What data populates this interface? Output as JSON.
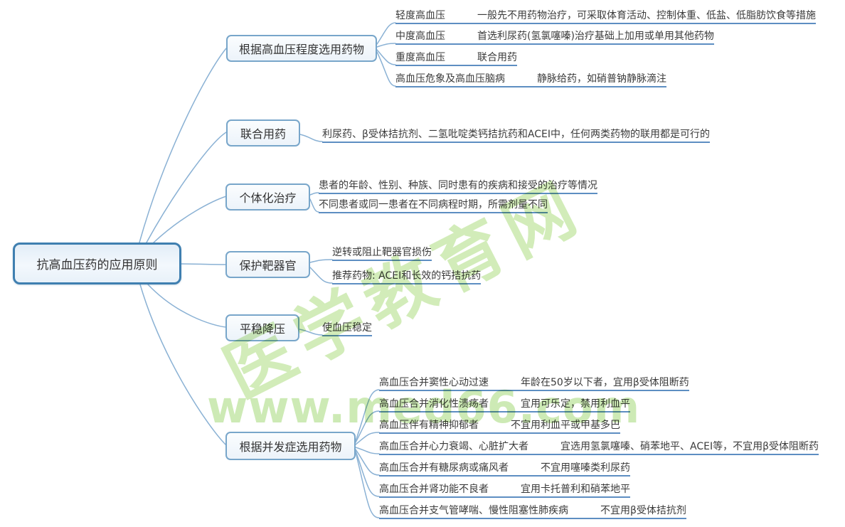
{
  "root": {
    "label": "抗高血压药的应用原则"
  },
  "branches": [
    {
      "label": "根据高血压程度选用药物",
      "leaves": [
        {
          "label": "轻度高血压",
          "desc": "一般先不用药物治疗，可采取体育活动、控制体重、低盐、低脂肪饮食等措施"
        },
        {
          "label": "中度高血压",
          "desc": "首选利尿药(氢氯噻嗪)治疗基础上加用或单用其他药物"
        },
        {
          "label": "重度高血压",
          "desc": "联合用药"
        },
        {
          "label": "高血压危象及高血压脑病",
          "desc": "静脉给药，如硝普钠静脉滴注"
        }
      ]
    },
    {
      "label": "联合用药",
      "leaves": [
        {
          "desc": "利尿药、β受体拮抗剂、二氢吡啶类钙拮抗药和ACEI中，任何两类药物的联用都是可行的"
        }
      ]
    },
    {
      "label": "个体化治疗",
      "leaves": [
        {
          "desc": "患者的年龄、性别、种族、同时患有的疾病和接受的治疗等情况"
        },
        {
          "desc": "不同患者或同一患者在不同病程时期，所需剂量不同"
        }
      ]
    },
    {
      "label": "保护靶器官",
      "leaves": [
        {
          "desc": "逆转或阻止靶器官损伤"
        },
        {
          "desc": "推荐药物: ACEI和长效的钙拮抗药"
        }
      ]
    },
    {
      "label": "平稳降压",
      "leaves": [
        {
          "desc": "使血压稳定"
        }
      ]
    },
    {
      "label": "根据并发症选用药物",
      "leaves": [
        {
          "label": "高血压合并窦性心动过速",
          "desc": "年龄在50岁以下者，宜用β受体阻断药"
        },
        {
          "label": "高血压合并消化性溃疡者",
          "desc": "宜用可乐定，禁用利血平"
        },
        {
          "label": "高血压伴有精神抑郁者",
          "desc": "不宜用利血平或甲基多巴"
        },
        {
          "label": "高血压合并心力衰竭、心脏扩大者",
          "desc": "宜选用氢氯噻嗪、硝苯地平、ACEI等，不宜用β受体阻断药"
        },
        {
          "label": "高血压合并有糖尿病或痛风者",
          "desc": "不宜用噻嗪类利尿药"
        },
        {
          "label": "高血压合并肾功能不良者",
          "desc": "宜用卡托普利和硝苯地平"
        },
        {
          "label": "高血压合并支气管哮喘、慢性阻塞性肺疾病",
          "desc": "不宜用β受体拮抗剂"
        }
      ]
    }
  ],
  "watermarks": {
    "site_url": "www.med66.com",
    "site_name": "医学教育网"
  },
  "colors": {
    "curve": "#8ab1d4",
    "underline": "#5d8ec2",
    "branch_border": "#78a6ca",
    "root_border": "#3f7fb0",
    "watermark_green": "#cdeab5"
  }
}
